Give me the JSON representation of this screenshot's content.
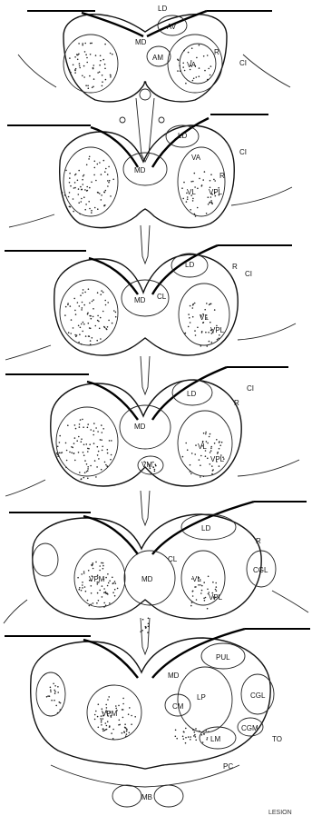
{
  "figure": {
    "footer_text": "LESION",
    "sections": [
      {
        "id": "s1",
        "labels": [
          {
            "text": "LD",
            "key": "ld"
          },
          {
            "text": "AV",
            "key": "av"
          },
          {
            "text": "MD",
            "key": "md"
          },
          {
            "text": "AM",
            "key": "am"
          },
          {
            "text": "VA",
            "key": "va"
          },
          {
            "text": "R",
            "key": "r"
          },
          {
            "text": "CI",
            "key": "ci"
          }
        ]
      },
      {
        "id": "s2",
        "labels": [
          {
            "text": "LD",
            "key": "ld"
          },
          {
            "text": "CI",
            "key": "ci"
          },
          {
            "text": "MD",
            "key": "md"
          },
          {
            "text": "VA",
            "key": "va"
          },
          {
            "text": "R",
            "key": "r"
          },
          {
            "text": "VL",
            "key": "vl"
          },
          {
            "text": "VPL",
            "key": "vpl"
          }
        ]
      },
      {
        "id": "s3",
        "labels": [
          {
            "text": "LD",
            "key": "ld"
          },
          {
            "text": "R",
            "key": "r"
          },
          {
            "text": "CI",
            "key": "ci"
          },
          {
            "text": "MD",
            "key": "md"
          },
          {
            "text": "CL",
            "key": "cl"
          },
          {
            "text": "VL",
            "key": "vl"
          },
          {
            "text": "VPL",
            "key": "vpl"
          }
        ]
      },
      {
        "id": "s4",
        "labels": [
          {
            "text": "LD",
            "key": "ld"
          },
          {
            "text": "R",
            "key": "r"
          },
          {
            "text": "CI",
            "key": "ci"
          },
          {
            "text": "MD",
            "key": "md"
          },
          {
            "text": "VL",
            "key": "vl"
          },
          {
            "text": "VPL",
            "key": "vpl"
          },
          {
            "text": "VM",
            "key": "vm"
          }
        ]
      },
      {
        "id": "s5",
        "labels": [
          {
            "text": "LD",
            "key": "ld"
          },
          {
            "text": "R",
            "key": "r"
          },
          {
            "text": "CL",
            "key": "cl"
          },
          {
            "text": "CGL",
            "key": "cgl"
          },
          {
            "text": "MD",
            "key": "md"
          },
          {
            "text": "VL",
            "key": "vl"
          },
          {
            "text": "VPM",
            "key": "vpm"
          },
          {
            "text": "VPL",
            "key": "vpl"
          }
        ]
      },
      {
        "id": "s6",
        "labels": [
          {
            "text": "PUL",
            "key": "pul"
          },
          {
            "text": "MD",
            "key": "md"
          },
          {
            "text": "LP",
            "key": "lp"
          },
          {
            "text": "CGL",
            "key": "cgl"
          },
          {
            "text": "CM",
            "key": "cm"
          },
          {
            "text": "CGM",
            "key": "cgm"
          },
          {
            "text": "TO",
            "key": "to"
          },
          {
            "text": "LM",
            "key": "lm"
          },
          {
            "text": "VPM",
            "key": "vpm"
          },
          {
            "text": "PC",
            "key": "pc"
          },
          {
            "text": "MB",
            "key": "mb"
          }
        ]
      }
    ]
  }
}
